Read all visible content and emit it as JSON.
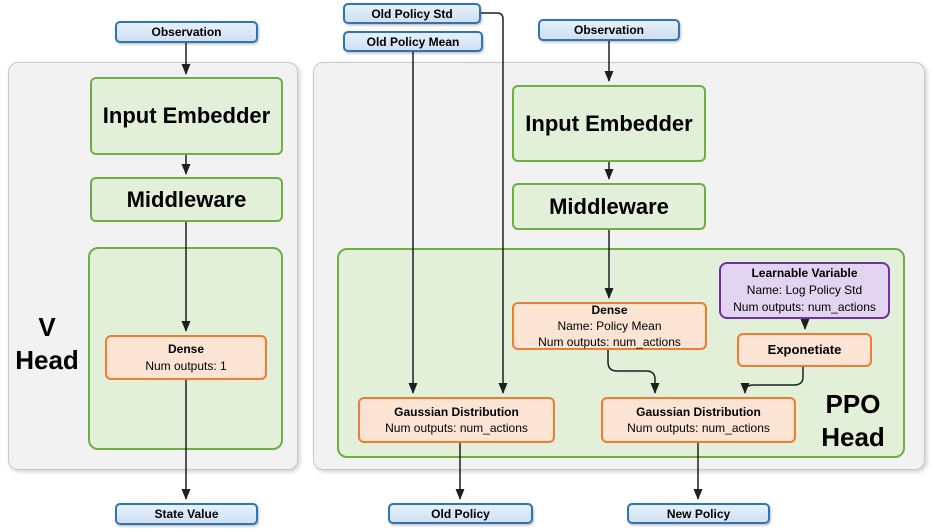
{
  "left_panel": {
    "head_label": [
      "V",
      "Head"
    ],
    "observation": "Observation",
    "input_embedder": "Input Embedder",
    "middleware": "Middleware",
    "dense": {
      "title": "Dense",
      "num_outputs": "Num outputs: 1"
    },
    "output": "State Value"
  },
  "right_panel": {
    "head_label": [
      "PPO",
      "Head"
    ],
    "inputs": {
      "old_policy_std": "Old Policy Std",
      "old_policy_mean": "Old Policy Mean",
      "observation": "Observation"
    },
    "input_embedder": "Input Embedder",
    "middleware": "Middleware",
    "dense_policy_mean": {
      "title": "Dense",
      "name": "Name: Policy Mean",
      "num_outputs": "Num outputs: num_actions"
    },
    "learnable_variable": {
      "title": "Learnable Variable",
      "name": "Name: Log Policy Std",
      "num_outputs": "Num outputs: num_actions"
    },
    "exponetiate": "Exponetiate",
    "gaussian_old": {
      "title": "Gaussian Distribution",
      "num_outputs": "Num outputs: num_actions"
    },
    "gaussian_new": {
      "title": "Gaussian Distribution",
      "num_outputs": "Num outputs: num_actions"
    },
    "outputs": {
      "old_policy": "Old Policy",
      "new_policy": "New Policy"
    }
  },
  "colors": {
    "blue_fill": "#dbe9f7",
    "blue_border": "#2e75b6",
    "green_fill": "#e2efd9",
    "green_border": "#70ad47",
    "orange_fill": "#fce4d4",
    "orange_border": "#ed7d31",
    "purple_fill": "#e2d4f0",
    "purple_border": "#7030a0",
    "panel_fill": "#f2f2f2",
    "panel_border": "#c9c9c9",
    "arrow": "#1f1f1f",
    "text": "#000000"
  }
}
